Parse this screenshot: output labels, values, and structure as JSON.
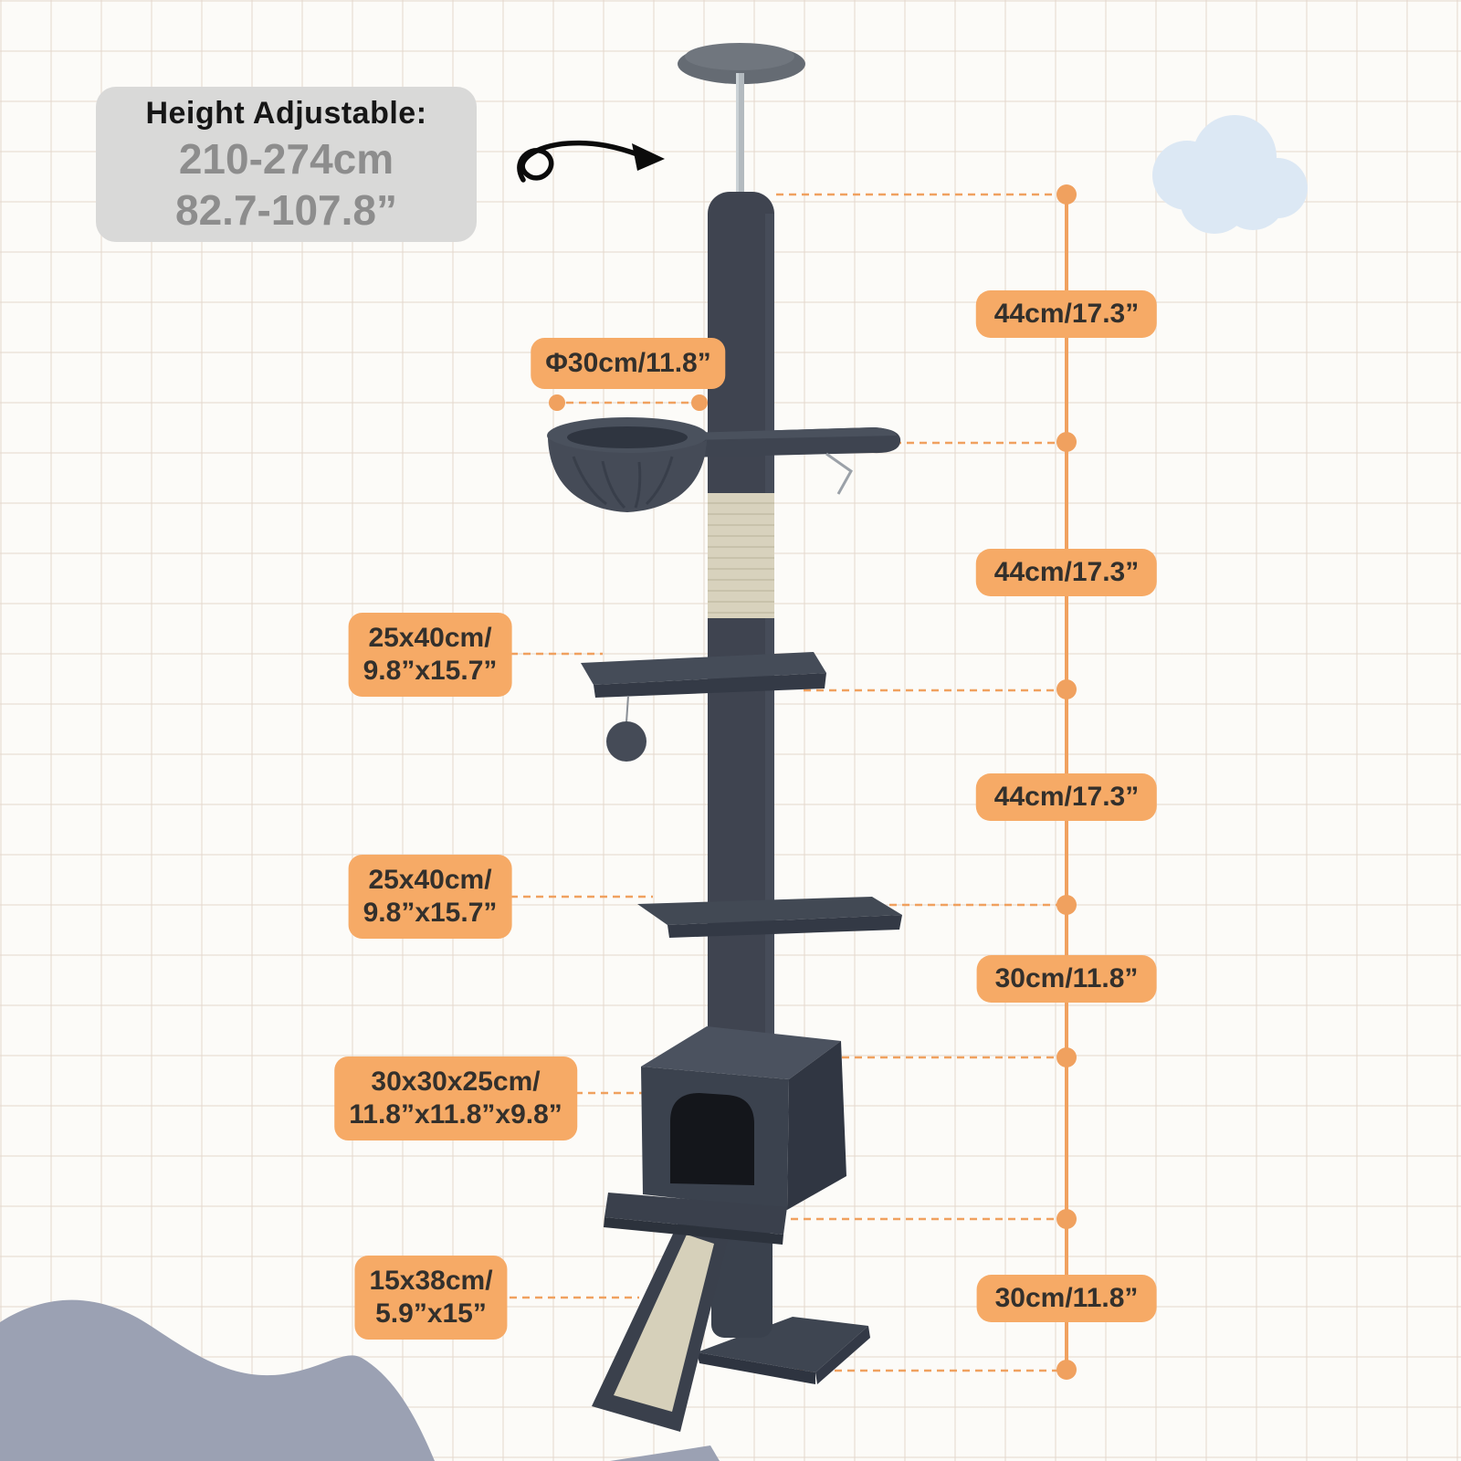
{
  "header": {
    "title": "Height Adjustable:",
    "range_cm": "210-274cm",
    "range_in": "82.7-107.8”"
  },
  "left_labels": [
    {
      "name": "hammock-diameter",
      "line1": "Φ30cm/11.8”",
      "line2": ""
    },
    {
      "name": "upper-platform-size",
      "line1": "25x40cm/",
      "line2": "9.8”x15.7”"
    },
    {
      "name": "lower-platform-size",
      "line1": "25x40cm/",
      "line2": "9.8”x15.7”"
    },
    {
      "name": "condo-size",
      "line1": "30x30x25cm/",
      "line2": "11.8”x11.8”x9.8”"
    },
    {
      "name": "ramp-size",
      "line1": "15x38cm/",
      "line2": "5.9”x15”"
    }
  ],
  "right_labels": [
    {
      "name": "segment-1",
      "text": "44cm/17.3”"
    },
    {
      "name": "segment-2",
      "text": "44cm/17.3”"
    },
    {
      "name": "segment-3",
      "text": "44cm/17.3”"
    },
    {
      "name": "segment-4",
      "text": "30cm/11.8”"
    },
    {
      "name": "segment-5",
      "text": "30cm/11.8”"
    }
  ],
  "colors": {
    "accent_orange": "#F6AA66",
    "dimension_line": "#F0A15F",
    "header_box": "#D9D9D8",
    "header_numbers": "#8D8D8D",
    "tree_dark": "#3F4450",
    "sisal": "#D8D2BD",
    "cloud_blue": "#DCE8F4",
    "wave_gray": "#9BA1B3",
    "background": "#FCFBF8"
  },
  "icons": {
    "arrow_doodle": "curled-arrow-pointing-right",
    "cloud": "cloud-shape",
    "wave": "bottom-wave-shape"
  }
}
